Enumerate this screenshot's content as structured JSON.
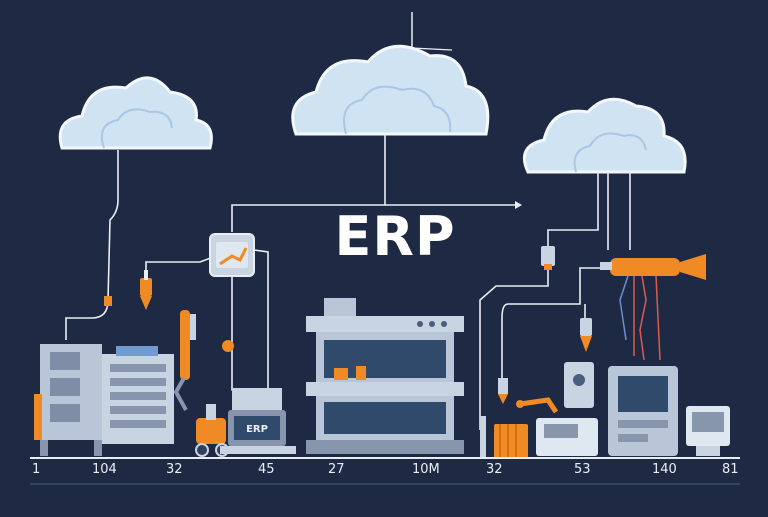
{
  "title": "ERP",
  "device_label": "ERP",
  "axis_ticks": [
    "1",
    "104",
    "32",
    "45",
    "27",
    "10M",
    "32",
    "53",
    "140",
    "81"
  ],
  "colors": {
    "background": "#1e2a44",
    "cloud": "#cfe3f3",
    "cloud_outline": "#f2f8fd",
    "wire": "#e9eef5",
    "accent_orange": "#f08a24",
    "machine": "#b9c6d8",
    "machine_dark": "#8796ad",
    "screen": "#2f4a6b",
    "title_text": "#ffffff"
  },
  "icons": [
    "cloud-icon",
    "gauge-box-icon",
    "probe-icon",
    "server-rack-icon",
    "robot-arm-icon",
    "drill-icon",
    "forklift-icon",
    "monitor-icon",
    "control-cabinet-icon"
  ]
}
